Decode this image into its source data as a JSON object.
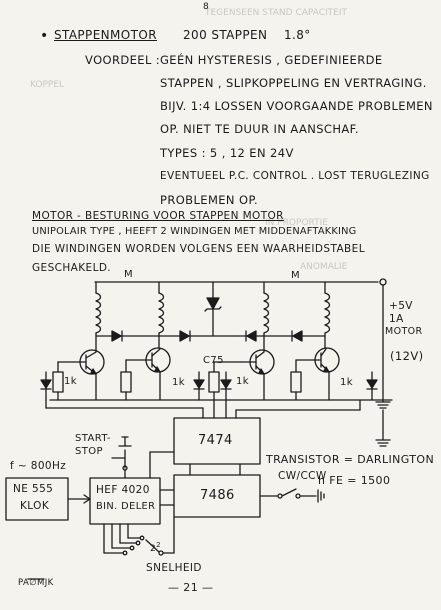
{
  "page_marker": "8",
  "heading": "STAPPENMOTOR",
  "steps": "200 STAPPEN",
  "angle": "1.8°",
  "advantage_label": "VOORDEEL :",
  "body_lines": [
    "GEÉN HYSTERESIS , GEDEFINIEERDE",
    "STAPPEN , SLIPKOPPELING EN VERTRAGING.",
    "BIJV. 1:4  LOSSEN VOORGAANDE PROBLEMEN",
    "OP.  NIET TE DUUR IN AANSCHAF.",
    "TYPES : 5 , 12  EN  24V",
    "EVENTUEEL  P.C. CONTROL .  LOST TERUGLEZING",
    "PROBLEMEN OP."
  ],
  "section_title": "MOTOR - BESTURING  VOOR  STAPPEN MOTOR",
  "section_lines": [
    "UNIPOLAIR  TYPE  ,  HEEFT  2  WINDINGEN  MET  MIDDENAFTAKKING",
    "DIE  WINDINGEN  WORDEN  VOLGENS  EEN  WAARHEIDSTABEL",
    "GESCHAKELD."
  ],
  "schematic": {
    "m_left": "M",
    "m_right": "M",
    "supply": "+5V",
    "current": "1A",
    "motor": "MOTOR",
    "motor_voltage": "(12V)",
    "zener": "C75",
    "r_labels": [
      "1k",
      "1k",
      "1k",
      "1k"
    ],
    "ic_flipflop": "7474",
    "ic_xor": "7486",
    "start_stop": [
      "START-",
      "STOP"
    ],
    "frequency": "f ~ 800Hz",
    "clock": [
      "NE 555",
      "KLOK"
    ],
    "counter": [
      "HEF 4020",
      "BIN. DELER"
    ],
    "direction": "CW/CCW",
    "speed": "SNELHEID",
    "pow": "2",
    "transistor_note": "TRANSISTOR = DARLINGTON",
    "hfe_note": "h FE = 1500"
  },
  "footer_left": "PA∅MJK",
  "page_number": "— 21 —"
}
